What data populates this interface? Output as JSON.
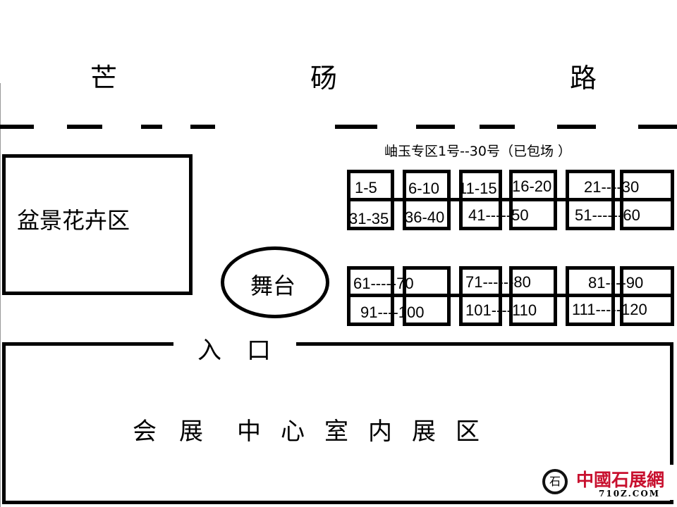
{
  "road": {
    "chars": [
      "芒",
      "砀",
      "路"
    ]
  },
  "zone_title": "岫玉专区1号--30号（已包场 ）",
  "bonsai_area": "盆景花卉区",
  "stage": "舞台",
  "entrance": {
    "chars": [
      "入",
      "口"
    ]
  },
  "hall": {
    "chars": [
      "会",
      "展",
      "中",
      "心",
      "室",
      "内",
      "展",
      "区"
    ]
  },
  "booths": [
    "1-5",
    "6-10",
    "11-15",
    "16-20",
    "21----30",
    "31-35",
    "36-40",
    "41-----50",
    "51------60",
    "61-----70",
    "71------80",
    "81----90",
    "91----100",
    "101----110",
    "111-----120"
  ],
  "logo": {
    "name": "中國石展網",
    "url_text": "710Z.COM",
    "color": "#c8102e"
  }
}
